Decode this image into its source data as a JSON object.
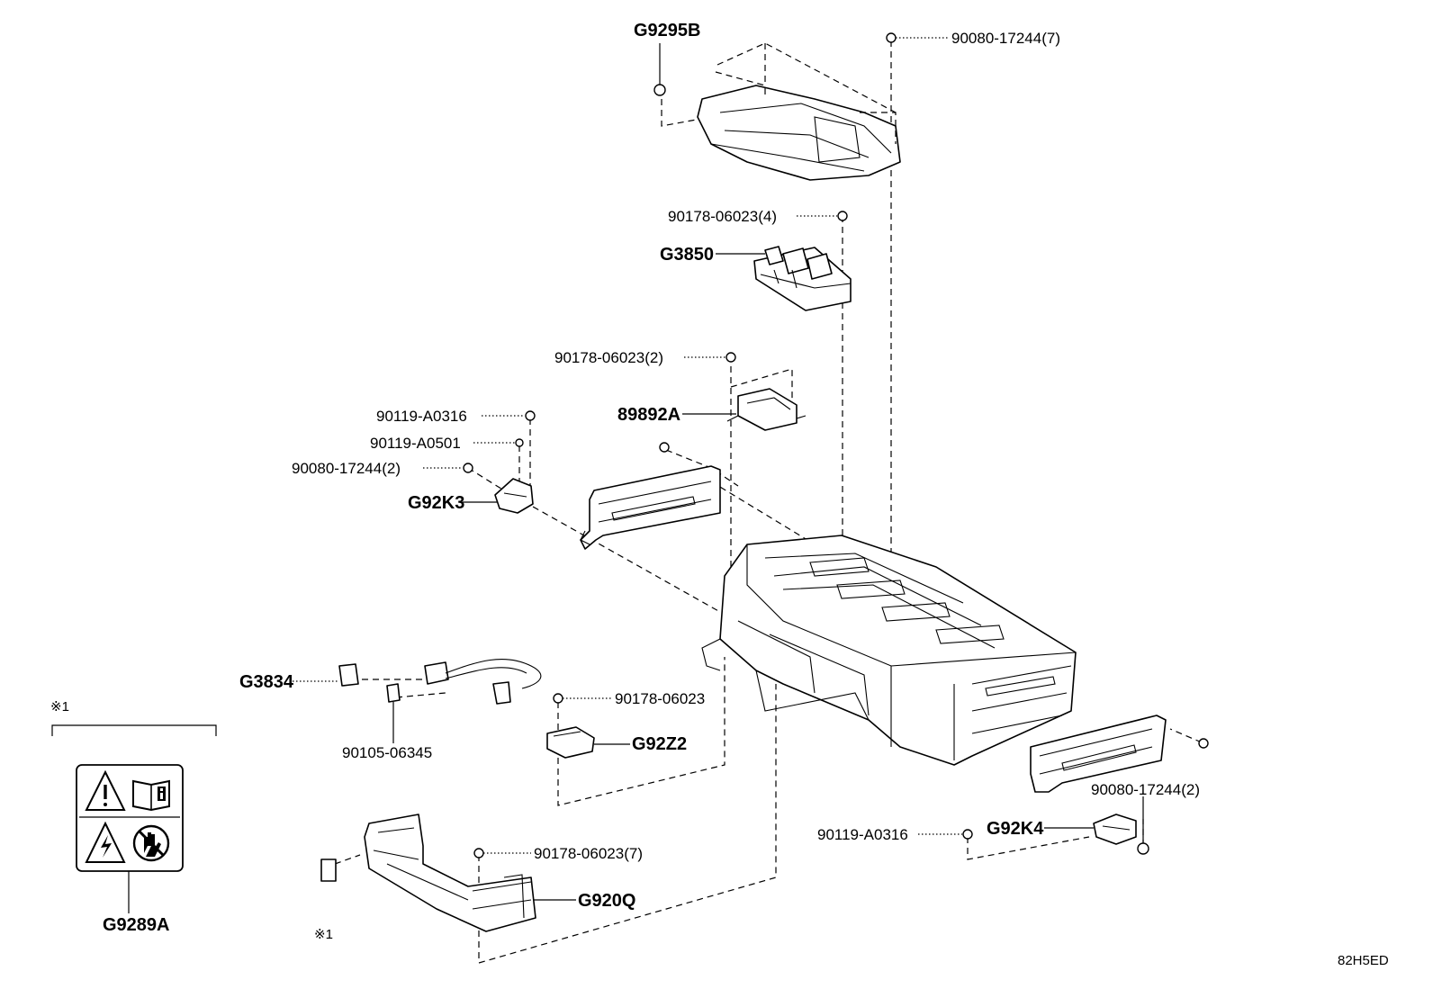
{
  "labels": {
    "g9295b": "G9295B",
    "n90080_17244_7": "90080-17244(7)",
    "n90178_06023_4": "90178-06023(4)",
    "g3850": "G3850",
    "n90178_06023_2": "90178-06023(2)",
    "p89892a": "89892A",
    "n90119_a0316_top": "90119-A0316",
    "n90119_a0501": "90119-A0501",
    "n90080_17244_2_left": "90080-17244(2)",
    "g92k3": "G92K3",
    "g3834": "G3834",
    "n90178_06023": "90178-06023",
    "n90105_06345": "90105-06345",
    "g92z2": "G92Z2",
    "n90080_17244_2_right": "90080-17244(2)",
    "n90119_a0316_bottom": "90119-A0316",
    "g92k4": "G92K4",
    "n90178_06023_7": "90178-06023(7)",
    "g920q": "G920Q",
    "g9289a": "G9289A",
    "note_mark_label": "※1",
    "note_mark_part": "※1",
    "diagram_code": "82H5ED"
  },
  "icons": [
    "warning-exclamation-icon",
    "manual-book-icon",
    "high-voltage-icon",
    "no-touch-icon"
  ]
}
